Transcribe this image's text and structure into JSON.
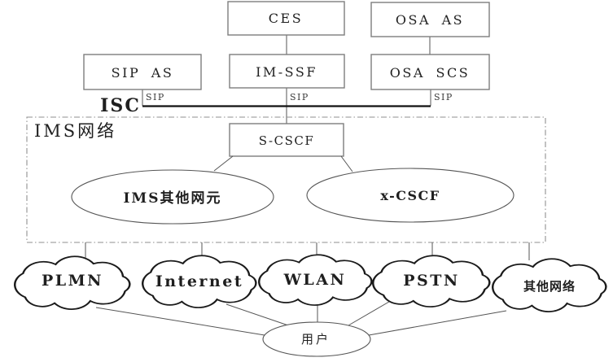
{
  "boxes": {
    "ces": "CES",
    "osa_as": "OSA AS",
    "sip_as": "SIP AS",
    "im_ssf": "IM-SSF",
    "osa_scs": "OSA SCS",
    "s_cscf": "S-CSCF"
  },
  "interface_labels": {
    "isc": "ISC",
    "sip_left": "SIP",
    "sip_center": "SIP",
    "sip_right": "SIP"
  },
  "ims_domain": {
    "label": "IMS网络",
    "other_elements": "IMS其他网元",
    "x_cscf": "x-CSCF"
  },
  "access_networks": {
    "plmn": "PLMN",
    "internet": "Internet",
    "wlan": "WLAN",
    "pstn": "PSTN",
    "other": "其他网络"
  },
  "user": {
    "label": "用户"
  },
  "colors": {
    "background": "#ffffff",
    "box_border": "#7d7d7d",
    "text": "#1f1f1f",
    "thin_line": "#555555",
    "isc_bus": "#111111",
    "cloud_outline": "#1a1a1a",
    "dashed_boundary": "#8f8f8f"
  }
}
